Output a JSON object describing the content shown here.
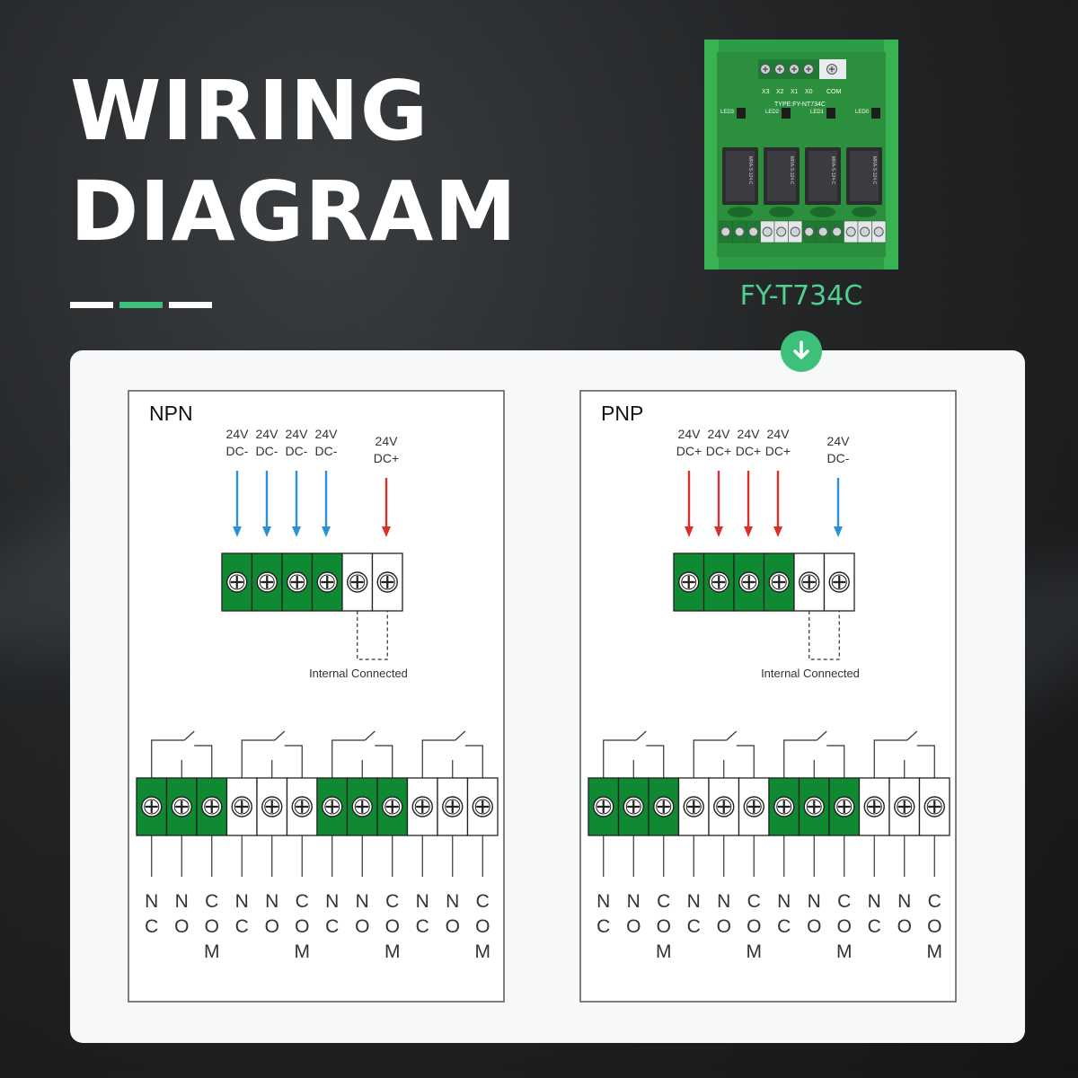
{
  "title": {
    "line1": "WIRING",
    "line2": "DIAGRAM"
  },
  "product": {
    "model": "FY-T734C",
    "board_type_text": "TYPE:FY-NT734C",
    "input_labels": [
      "X3",
      "X2",
      "X1",
      "X0",
      "COM"
    ],
    "led_labels": [
      "LED3",
      "LED2",
      "LED1",
      "LED0"
    ],
    "relay_text": "MRA-S-124-C"
  },
  "colors": {
    "accent": "#3cc07a",
    "terminal_green": "#0f8a33",
    "arrow_blue": "#2e8fd4",
    "arrow_red": "#d9302c",
    "pcb": "#2f9e45"
  },
  "diagrams": [
    {
      "id": "npn",
      "label": "NPN",
      "inputs": [
        {
          "line1": "24V",
          "line2": "DC-",
          "polarity": "negative"
        },
        {
          "line1": "24V",
          "line2": "DC-",
          "polarity": "negative"
        },
        {
          "line1": "24V",
          "line2": "DC-",
          "polarity": "negative"
        },
        {
          "line1": "24V",
          "line2": "DC-",
          "polarity": "negative"
        },
        {
          "line1": "24V",
          "line2": "DC+",
          "polarity": "positive"
        }
      ],
      "internal_note": "Internal Connected",
      "outputs": [
        "NC",
        "NO",
        "COM",
        "NC",
        "NO",
        "COM",
        "NC",
        "NO",
        "COM",
        "NC",
        "NO",
        "COM"
      ]
    },
    {
      "id": "pnp",
      "label": "PNP",
      "inputs": [
        {
          "line1": "24V",
          "line2": "DC+",
          "polarity": "positive"
        },
        {
          "line1": "24V",
          "line2": "DC+",
          "polarity": "positive"
        },
        {
          "line1": "24V",
          "line2": "DC+",
          "polarity": "positive"
        },
        {
          "line1": "24V",
          "line2": "DC+",
          "polarity": "positive"
        },
        {
          "line1": "24V",
          "line2": "DC-",
          "polarity": "negative"
        }
      ],
      "internal_note": "Internal Connected",
      "outputs": [
        "NC",
        "NO",
        "COM",
        "NC",
        "NO",
        "COM",
        "NC",
        "NO",
        "COM",
        "NC",
        "NO",
        "COM"
      ]
    }
  ]
}
